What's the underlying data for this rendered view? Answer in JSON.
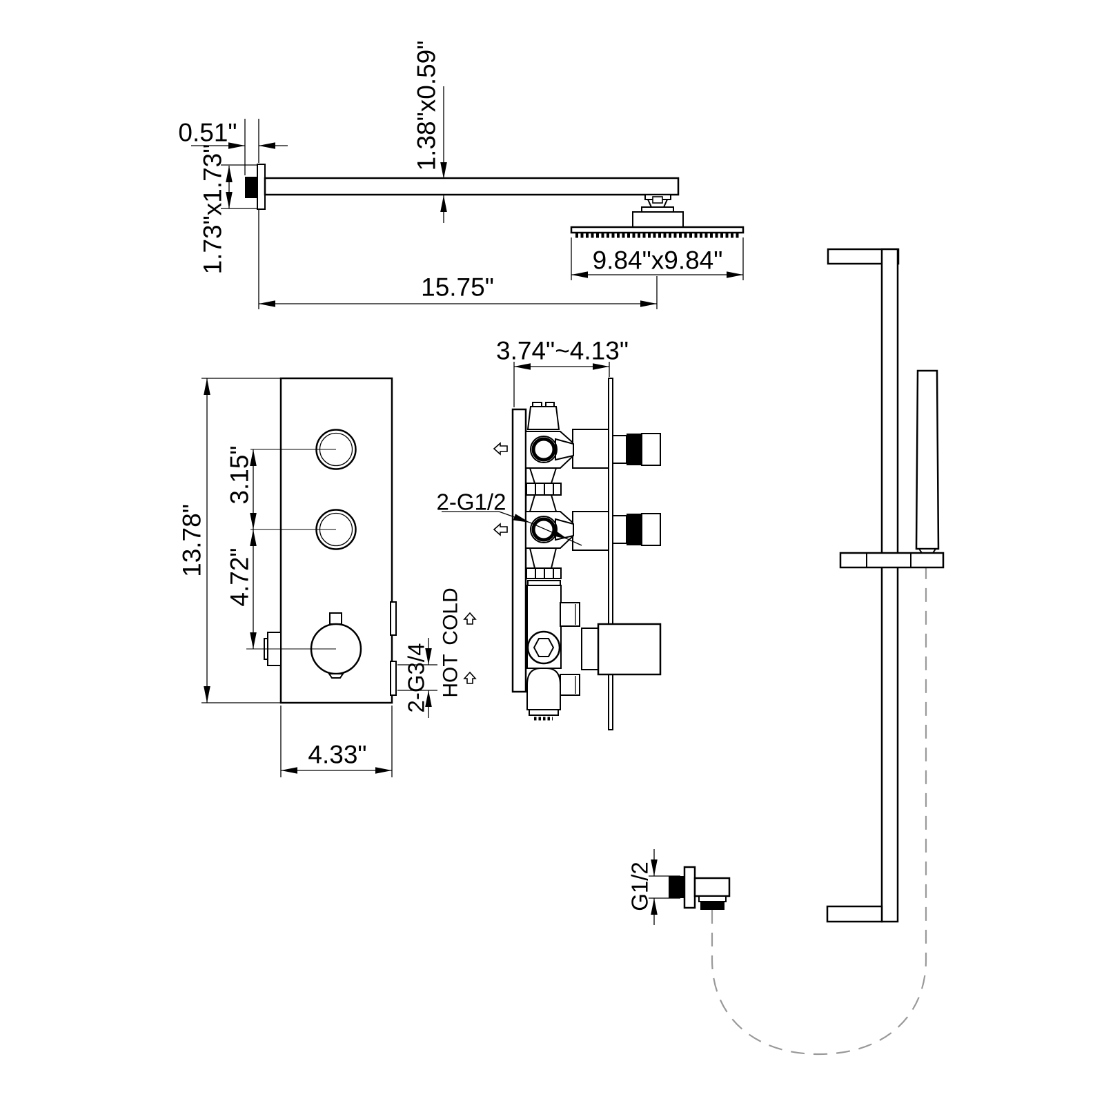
{
  "meta": {
    "description": "Technical dimension drawing of a thermostatic shower system (rain head with wall arm, 3-function concealed control panel, slide bar hand shower and wall outlet)",
    "background_color": "#ffffff",
    "line_color": "#000000",
    "hose_color": "#999999"
  },
  "top_view": {
    "arm_wall_offset": "0.51\"",
    "flange_size": "1.73\"x1.73\"",
    "arm_profile": "1.38\"x0.59\"",
    "arm_length": "15.75\"",
    "shower_head_size": "9.84\"x9.84\""
  },
  "front_view": {
    "panel_height": "13.78\"",
    "button_spacing": "3.15\"",
    "button_to_knob_spacing": "4.72\"",
    "panel_width": "4.33\"",
    "side_ports_label": "2-G3/4",
    "cold_label": "COLD",
    "hot_label": "HOT"
  },
  "side_view": {
    "mounting_depth": "3.74\"~4.13\"",
    "outlet_ports_label": "2-G1/2"
  },
  "outlet": {
    "thread_label": "G1/2"
  }
}
